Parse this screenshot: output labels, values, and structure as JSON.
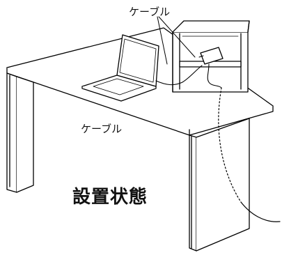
{
  "labels": {
    "cable_top": "ケーブル",
    "cable_middle": "ケーブル",
    "caption": "設置状態"
  }
}
